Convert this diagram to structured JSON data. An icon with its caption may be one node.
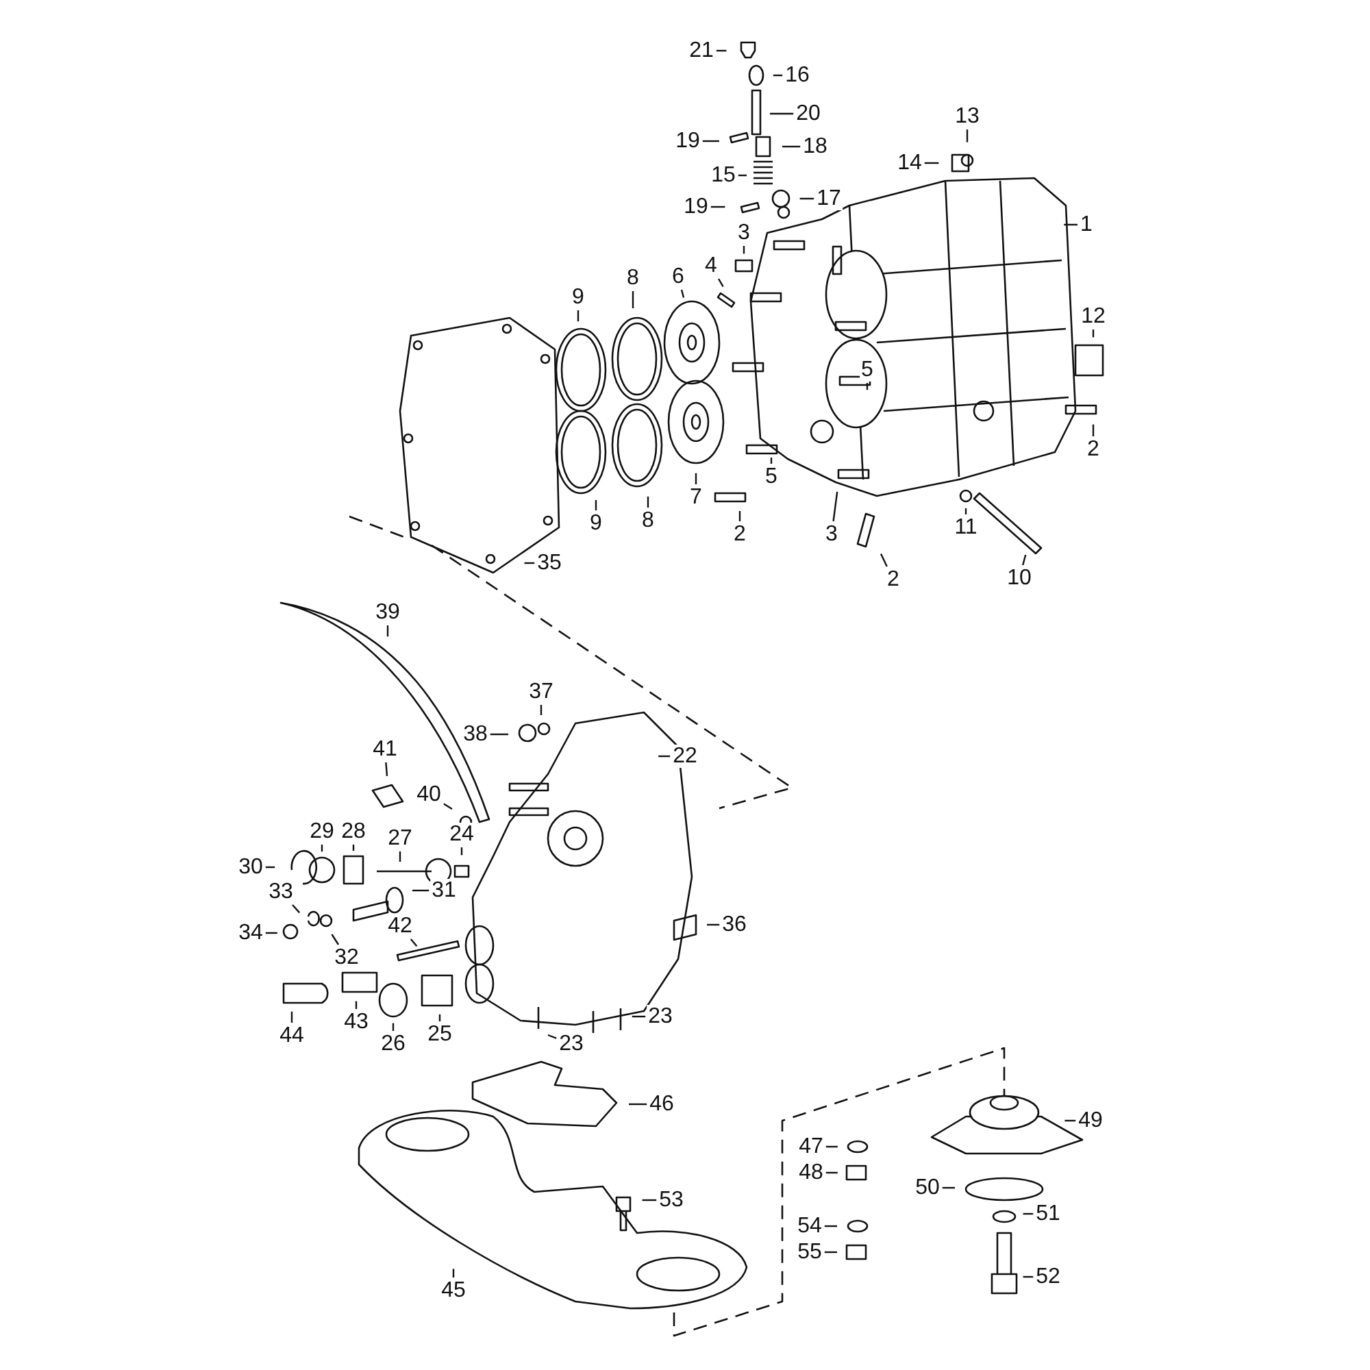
{
  "diagram": {
    "nodes": [
      {
        "text": [
          "21"
        ]
      },
      {
        "text": [
          "16"
        ]
      },
      {
        "text": [
          "20"
        ]
      },
      {
        "text": [
          "19"
        ]
      },
      {
        "text": [
          "18"
        ]
      },
      {
        "text": [
          "13"
        ]
      },
      {
        "text": [
          "14"
        ]
      },
      {
        "text": [
          "15"
        ]
      },
      {
        "text": [
          "17"
        ]
      },
      {
        "text": [
          "19"
        ]
      },
      {
        "text": [
          "1"
        ]
      },
      {
        "text": [
          "3"
        ]
      },
      {
        "text": [
          "4"
        ]
      },
      {
        "text": [
          "6"
        ]
      },
      {
        "text": [
          "8"
        ]
      },
      {
        "text": [
          "9"
        ]
      },
      {
        "text": [
          "12"
        ]
      },
      {
        "text": [
          "5"
        ]
      },
      {
        "text": [
          "2"
        ]
      },
      {
        "text": [
          "5"
        ]
      },
      {
        "text": [
          "7"
        ]
      },
      {
        "text": [
          "8"
        ]
      },
      {
        "text": [
          "9"
        ]
      },
      {
        "text": [
          "11"
        ]
      },
      {
        "text": [
          "2"
        ]
      },
      {
        "text": [
          "3"
        ]
      },
      {
        "text": [
          "10"
        ]
      },
      {
        "text": [
          "35"
        ]
      },
      {
        "text": [
          "2"
        ]
      },
      {
        "text": [
          "39"
        ]
      },
      {
        "text": [
          "37"
        ]
      },
      {
        "text": [
          "38"
        ]
      },
      {
        "text": [
          "22"
        ]
      },
      {
        "text": [
          "41"
        ]
      },
      {
        "text": [
          "40"
        ]
      },
      {
        "text": [
          "29"
        ]
      },
      {
        "text": [
          "28"
        ]
      },
      {
        "text": [
          "27"
        ]
      },
      {
        "text": [
          "24"
        ]
      },
      {
        "text": [
          "30"
        ]
      },
      {
        "text": [
          "31"
        ]
      },
      {
        "text": [
          "33"
        ]
      },
      {
        "text": [
          "34"
        ]
      },
      {
        "text": [
          "32"
        ]
      },
      {
        "text": [
          "42"
        ]
      },
      {
        "text": [
          "36"
        ]
      },
      {
        "text": [
          "44"
        ]
      },
      {
        "text": [
          "43"
        ]
      },
      {
        "text": [
          "26"
        ]
      },
      {
        "text": [
          "25"
        ]
      },
      {
        "text": [
          "23"
        ]
      },
      {
        "text": [
          "23"
        ]
      },
      {
        "text": [
          "46"
        ]
      },
      {
        "text": [
          "49"
        ]
      },
      {
        "text": [
          "47"
        ]
      },
      {
        "text": [
          "48"
        ]
      },
      {
        "text": [
          "50"
        ]
      },
      {
        "text": [
          "53"
        ]
      },
      {
        "text": [
          "51"
        ]
      },
      {
        "text": [
          "54"
        ]
      },
      {
        "text": [
          "55"
        ]
      },
      {
        "text": [
          "52"
        ]
      },
      {
        "text": [
          "45"
        ]
      }
    ],
    "edges": [
      {
        "from": 0,
        "to": null,
        "arrow": "none"
      },
      {
        "from": 1,
        "to": null,
        "arrow": "none"
      },
      {
        "from": 2,
        "to": null,
        "arrow": "none"
      },
      {
        "from": 3,
        "to": null,
        "arrow": "none"
      },
      {
        "from": 4,
        "to": null,
        "arrow": "none"
      },
      {
        "from": 5,
        "to": null,
        "arrow": "none"
      },
      {
        "from": 6,
        "to": null,
        "arrow": "none"
      },
      {
        "from": 7,
        "to": null,
        "arrow": "none"
      },
      {
        "from": 8,
        "to": null,
        "arrow": "none"
      },
      {
        "from": 9,
        "to": null,
        "arrow": "none"
      },
      {
        "from": 10,
        "to": null,
        "arrow": "none"
      },
      {
        "from": 11,
        "to": null,
        "arrow": "none"
      },
      {
        "from": 12,
        "to": null,
        "arrow": "none"
      },
      {
        "from": 13,
        "to": null,
        "arrow": "none"
      },
      {
        "from": 14,
        "to": null,
        "arrow": "none"
      },
      {
        "from": 15,
        "to": null,
        "arrow": "none"
      },
      {
        "from": 16,
        "to": null,
        "arrow": "none"
      },
      {
        "from": 17,
        "to": null,
        "arrow": "none"
      },
      {
        "from": 18,
        "to": null,
        "arrow": "none"
      },
      {
        "from": 19,
        "to": null,
        "arrow": "none"
      },
      {
        "from": 20,
        "to": null,
        "arrow": "none"
      },
      {
        "from": 21,
        "to": null,
        "arrow": "none"
      },
      {
        "from": 22,
        "to": null,
        "arrow": "none"
      },
      {
        "from": 23,
        "to": null,
        "arrow": "none"
      },
      {
        "from": 24,
        "to": null,
        "arrow": "none"
      },
      {
        "from": 25,
        "to": null,
        "arrow": "none"
      },
      {
        "from": 26,
        "to": null,
        "arrow": "none"
      },
      {
        "from": 27,
        "to": null,
        "arrow": "none"
      },
      {
        "from": 28,
        "to": null,
        "arrow": "none"
      },
      {
        "from": 29,
        "to": null,
        "arrow": "none"
      },
      {
        "from": 30,
        "to": null,
        "arrow": "none"
      },
      {
        "from": 31,
        "to": null,
        "arrow": "none"
      },
      {
        "from": 32,
        "to": null,
        "arrow": "none"
      },
      {
        "from": 33,
        "to": null,
        "arrow": "none"
      },
      {
        "from": 34,
        "to": null,
        "arrow": "none"
      },
      {
        "from": 35,
        "to": null,
        "arrow": "none"
      },
      {
        "from": 36,
        "to": null,
        "arrow": "none"
      },
      {
        "from": 37,
        "to": null,
        "arrow": "none"
      },
      {
        "from": 38,
        "to": null,
        "arrow": "none"
      },
      {
        "from": 39,
        "to": null,
        "arrow": "none"
      },
      {
        "from": 40,
        "to": null,
        "arrow": "none"
      },
      {
        "from": 41,
        "to": null,
        "arrow": "none"
      },
      {
        "from": 42,
        "to": null,
        "arrow": "none"
      },
      {
        "from": 43,
        "to": null,
        "arrow": "none"
      },
      {
        "from": 44,
        "to": null,
        "arrow": "none"
      },
      {
        "from": 45,
        "to": null,
        "arrow": "none"
      },
      {
        "from": 46,
        "to": null,
        "arrow": "none"
      },
      {
        "from": 47,
        "to": null,
        "arrow": "none"
      },
      {
        "from": 48,
        "to": null,
        "arrow": "none"
      },
      {
        "from": 49,
        "to": null,
        "arrow": "none"
      },
      {
        "from": 50,
        "to": null,
        "arrow": "none"
      },
      {
        "from": 51,
        "to": null,
        "arrow": "none"
      },
      {
        "from": 52,
        "to": null,
        "arrow": "none"
      },
      {
        "from": 53,
        "to": null,
        "arrow": "none"
      },
      {
        "from": 54,
        "to": null,
        "arrow": "none"
      },
      {
        "from": 55,
        "to": null,
        "arrow": "none"
      },
      {
        "from": 56,
        "to": null,
        "arrow": "none"
      },
      {
        "from": 57,
        "to": null,
        "arrow": "none"
      },
      {
        "from": 58,
        "to": null,
        "arrow": "none"
      },
      {
        "from": 59,
        "to": null,
        "arrow": "none"
      },
      {
        "from": 60,
        "to": null,
        "arrow": "none"
      },
      {
        "from": 61,
        "to": null,
        "arrow": "none"
      },
      {
        "from": 62,
        "to": null,
        "arrow": "none"
      }
    ]
  }
}
